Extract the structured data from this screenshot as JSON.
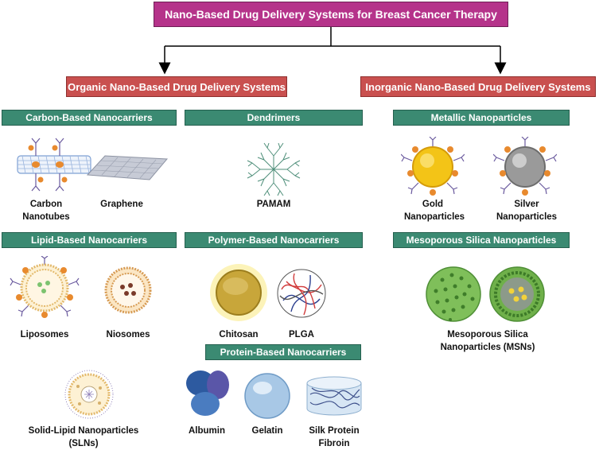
{
  "title": "Nano-Based Drug Delivery Systems for Breast Cancer Therapy",
  "organic": {
    "heading": "Organic Nano-Based Drug Delivery Systems",
    "carbon": {
      "heading": "Carbon-Based Nanocarriers",
      "items": [
        "Carbon Nanotubes",
        "Graphene"
      ]
    },
    "dendrimers": {
      "heading": "Dendrimers",
      "items": [
        "PAMAM"
      ]
    },
    "lipid": {
      "heading": "Lipid-Based Nanocarriers",
      "items": [
        "Liposomes",
        "Niosomes",
        "Solid-Lipid Nanoparticles (SLNs)"
      ]
    },
    "polymer": {
      "heading": "Polymer-Based Nanocarriers",
      "items": [
        "Chitosan",
        "PLGA"
      ]
    },
    "protein": {
      "heading": "Protein-Based Nanocarriers",
      "items": [
        "Albumin",
        "Gelatin",
        "Silk Protein Fibroin"
      ]
    }
  },
  "inorganic": {
    "heading": "Inorganic Nano-Based Drug Delivery Systems",
    "metallic": {
      "heading": "Metallic Nanoparticles",
      "items": [
        "Gold Nanoparticles",
        "Silver Nanoparticles"
      ]
    },
    "silica": {
      "heading": "Mesoporous Silica Nanoparticles",
      "items": [
        "Mesoporous Silica Nanoparticles (MSNs)"
      ]
    }
  },
  "colors": {
    "title_fill": "#b5338a",
    "category_fill": "#c9504f",
    "subcategory_fill": "#3b8a72"
  }
}
